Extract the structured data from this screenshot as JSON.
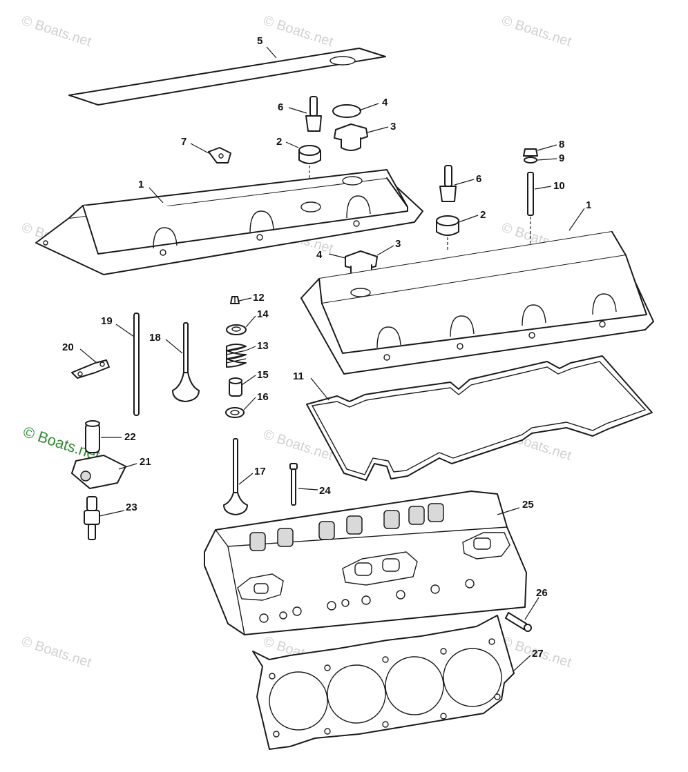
{
  "watermark": {
    "text": "© Boats.net",
    "color": "#c9c9c9",
    "green_color": "#2e8b2e"
  },
  "callouts": [
    {
      "id": "c5",
      "label": "5"
    },
    {
      "id": "c6a",
      "label": "6"
    },
    {
      "id": "c4a",
      "label": "4"
    },
    {
      "id": "c3a",
      "label": "3"
    },
    {
      "id": "c7",
      "label": "7"
    },
    {
      "id": "c2a",
      "label": "2"
    },
    {
      "id": "c8",
      "label": "8"
    },
    {
      "id": "c9",
      "label": "9"
    },
    {
      "id": "c10",
      "label": "10"
    },
    {
      "id": "c1a",
      "label": "1"
    },
    {
      "id": "c6b",
      "label": "6"
    },
    {
      "id": "c2b",
      "label": "2"
    },
    {
      "id": "c1b",
      "label": "1"
    },
    {
      "id": "c3b",
      "label": "3"
    },
    {
      "id": "c4b",
      "label": "4"
    },
    {
      "id": "c12",
      "label": "12"
    },
    {
      "id": "c14",
      "label": "14"
    },
    {
      "id": "c13",
      "label": "13"
    },
    {
      "id": "c15",
      "label": "15"
    },
    {
      "id": "c16",
      "label": "16"
    },
    {
      "id": "c19",
      "label": "19"
    },
    {
      "id": "c18",
      "label": "18"
    },
    {
      "id": "c20",
      "label": "20"
    },
    {
      "id": "c11",
      "label": "11"
    },
    {
      "id": "c22",
      "label": "22"
    },
    {
      "id": "c21",
      "label": "21"
    },
    {
      "id": "c17",
      "label": "17"
    },
    {
      "id": "c24",
      "label": "24"
    },
    {
      "id": "c23",
      "label": "23"
    },
    {
      "id": "c25",
      "label": "25"
    },
    {
      "id": "c26",
      "label": "26"
    },
    {
      "id": "c27",
      "label": "27"
    }
  ],
  "parts": [
    {
      "id": "p1",
      "name": "rocker-cover-left"
    },
    {
      "id": "p1b",
      "name": "rocker-cover-right"
    },
    {
      "id": "p2",
      "name": "grommet"
    },
    {
      "id": "p3",
      "name": "oil-filler-cap"
    },
    {
      "id": "p4",
      "name": "cap-seal"
    },
    {
      "id": "p5",
      "name": "baffle-plate"
    },
    {
      "id": "p6",
      "name": "pcv-valve"
    },
    {
      "id": "p7",
      "name": "clip"
    },
    {
      "id": "p8",
      "name": "nut"
    },
    {
      "id": "p9",
      "name": "washer"
    },
    {
      "id": "p10",
      "name": "stud"
    },
    {
      "id": "p11",
      "name": "rocker-cover-gasket"
    },
    {
      "id": "p12",
      "name": "valve-keeper"
    },
    {
      "id": "p13",
      "name": "valve-spring"
    },
    {
      "id": "p14",
      "name": "spring-cap"
    },
    {
      "id": "p15",
      "name": "valve-seal"
    },
    {
      "id": "p16",
      "name": "spring-shim"
    },
    {
      "id": "p17",
      "name": "exhaust-valve"
    },
    {
      "id": "p18",
      "name": "intake-valve"
    },
    {
      "id": "p19",
      "name": "push-rod"
    },
    {
      "id": "p20",
      "name": "push-rod-guide"
    },
    {
      "id": "p21",
      "name": "rocker-arm"
    },
    {
      "id": "p22",
      "name": "pivot-ball"
    },
    {
      "id": "p23",
      "name": "rocker-stud"
    },
    {
      "id": "p24",
      "name": "head-bolt"
    },
    {
      "id": "p25",
      "name": "cylinder-head"
    },
    {
      "id": "p26",
      "name": "plug-bolt"
    },
    {
      "id": "p27",
      "name": "head-gasket"
    }
  ]
}
